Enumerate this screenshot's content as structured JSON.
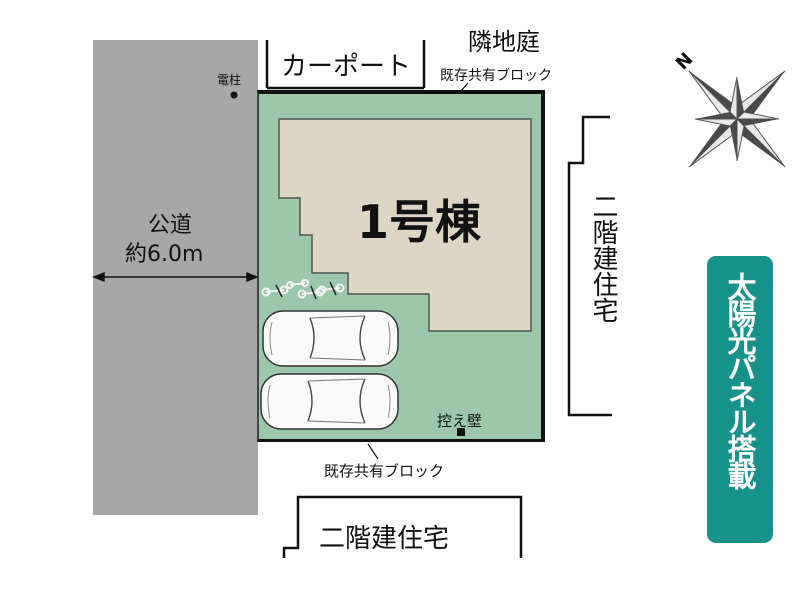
{
  "road": {
    "label_line1": "公道",
    "label_line2": "約6.0m"
  },
  "pole_label": "電柱",
  "carport_label": "カーポート",
  "neighbor_garden": "隣地庭",
  "block_top": "既存共有ブロック",
  "block_bottom": "既存共有ブロック",
  "building_label": "1号棟",
  "buttress_label": "控え壁",
  "neighbor_right": "二階建住宅",
  "neighbor_bottom": "二階建住宅",
  "solar_badge": "太陽光パネル搭載",
  "compass_label": "N",
  "colors": {
    "lot": "#9cc7ab",
    "building": "#ddd6c4",
    "road": "#a7a7a7",
    "badge": "#16928a"
  }
}
